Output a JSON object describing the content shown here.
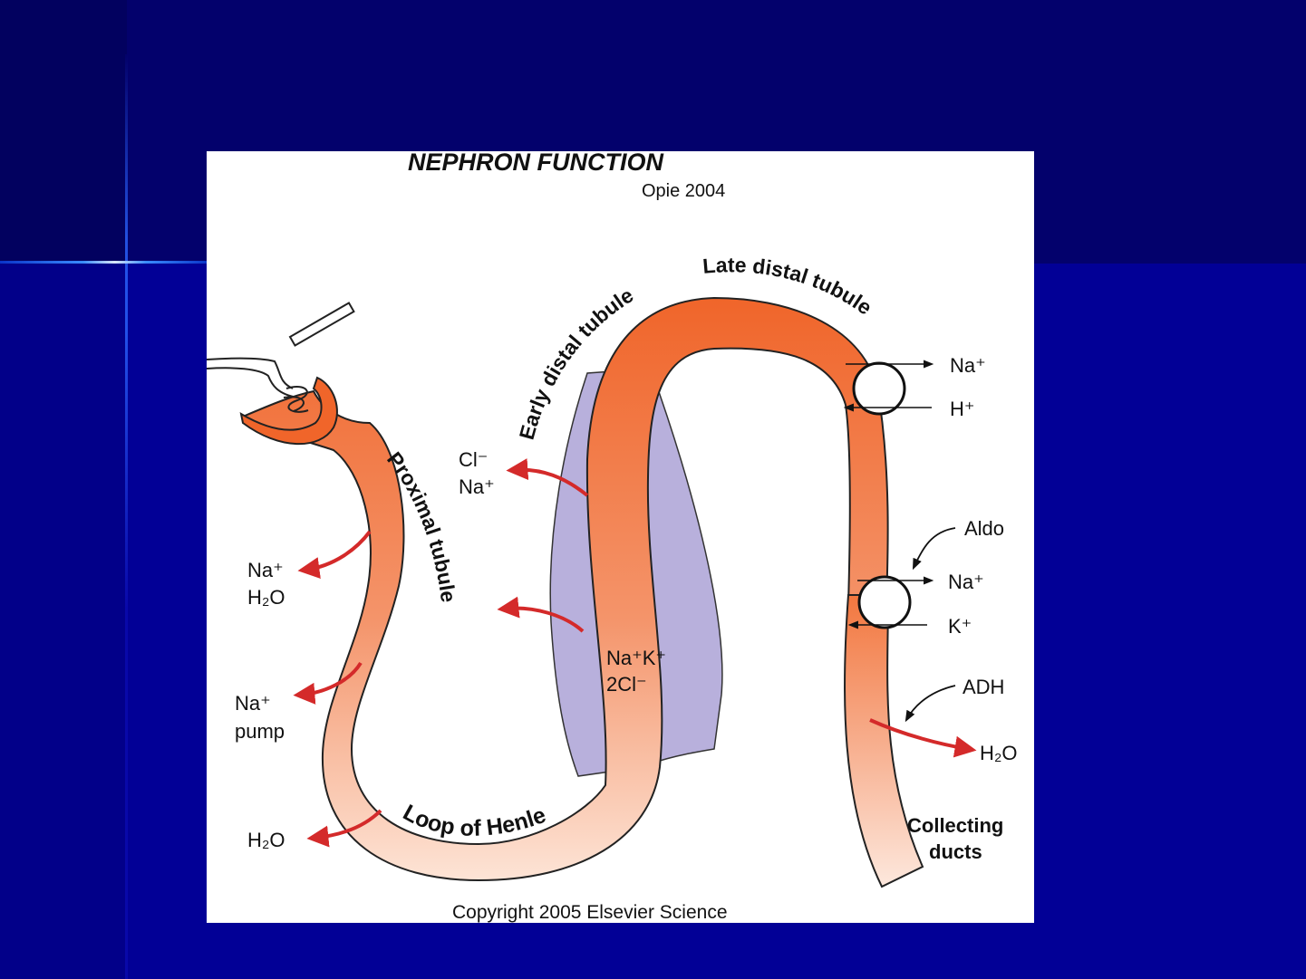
{
  "slide": {
    "background": "#020096",
    "header_band": "#03016c"
  },
  "diagram": {
    "title": "NEPHRON FUNCTION",
    "source": "Opie 2004",
    "copyright": "Copyright 2005 Elsevier Science",
    "labels": {
      "early_distal": "Early distal tubule",
      "late_distal": "Late distal tubule",
      "proximal": "Proximal tubule",
      "loop": "Loop of Henle",
      "collecting_1": "Collecting",
      "collecting_2": "ducts"
    },
    "ions": {
      "cl": "Cl⁻",
      "na": "Na⁺",
      "na_k_2cl_1": "Na⁺K⁺",
      "na_k_2cl_2": "2Cl⁻",
      "na_prox": "Na⁺",
      "h2o_prox": "H₂O",
      "na_pump_1": "Na⁺",
      "na_pump_2": "pump",
      "h2o_loop": "H₂O",
      "na_late": "Na⁺",
      "h_late": "H⁺",
      "aldo": "Aldo",
      "na_aldo": "Na⁺",
      "k_aldo": "K⁺",
      "adh": "ADH",
      "h2o_collecting": "H₂O"
    },
    "colors": {
      "tubule_dark": "#f06a2e",
      "tubule_light": "#fde8dd",
      "medulla_band": "#b8b0dc",
      "arrow_red": "#d42a2a"
    }
  }
}
